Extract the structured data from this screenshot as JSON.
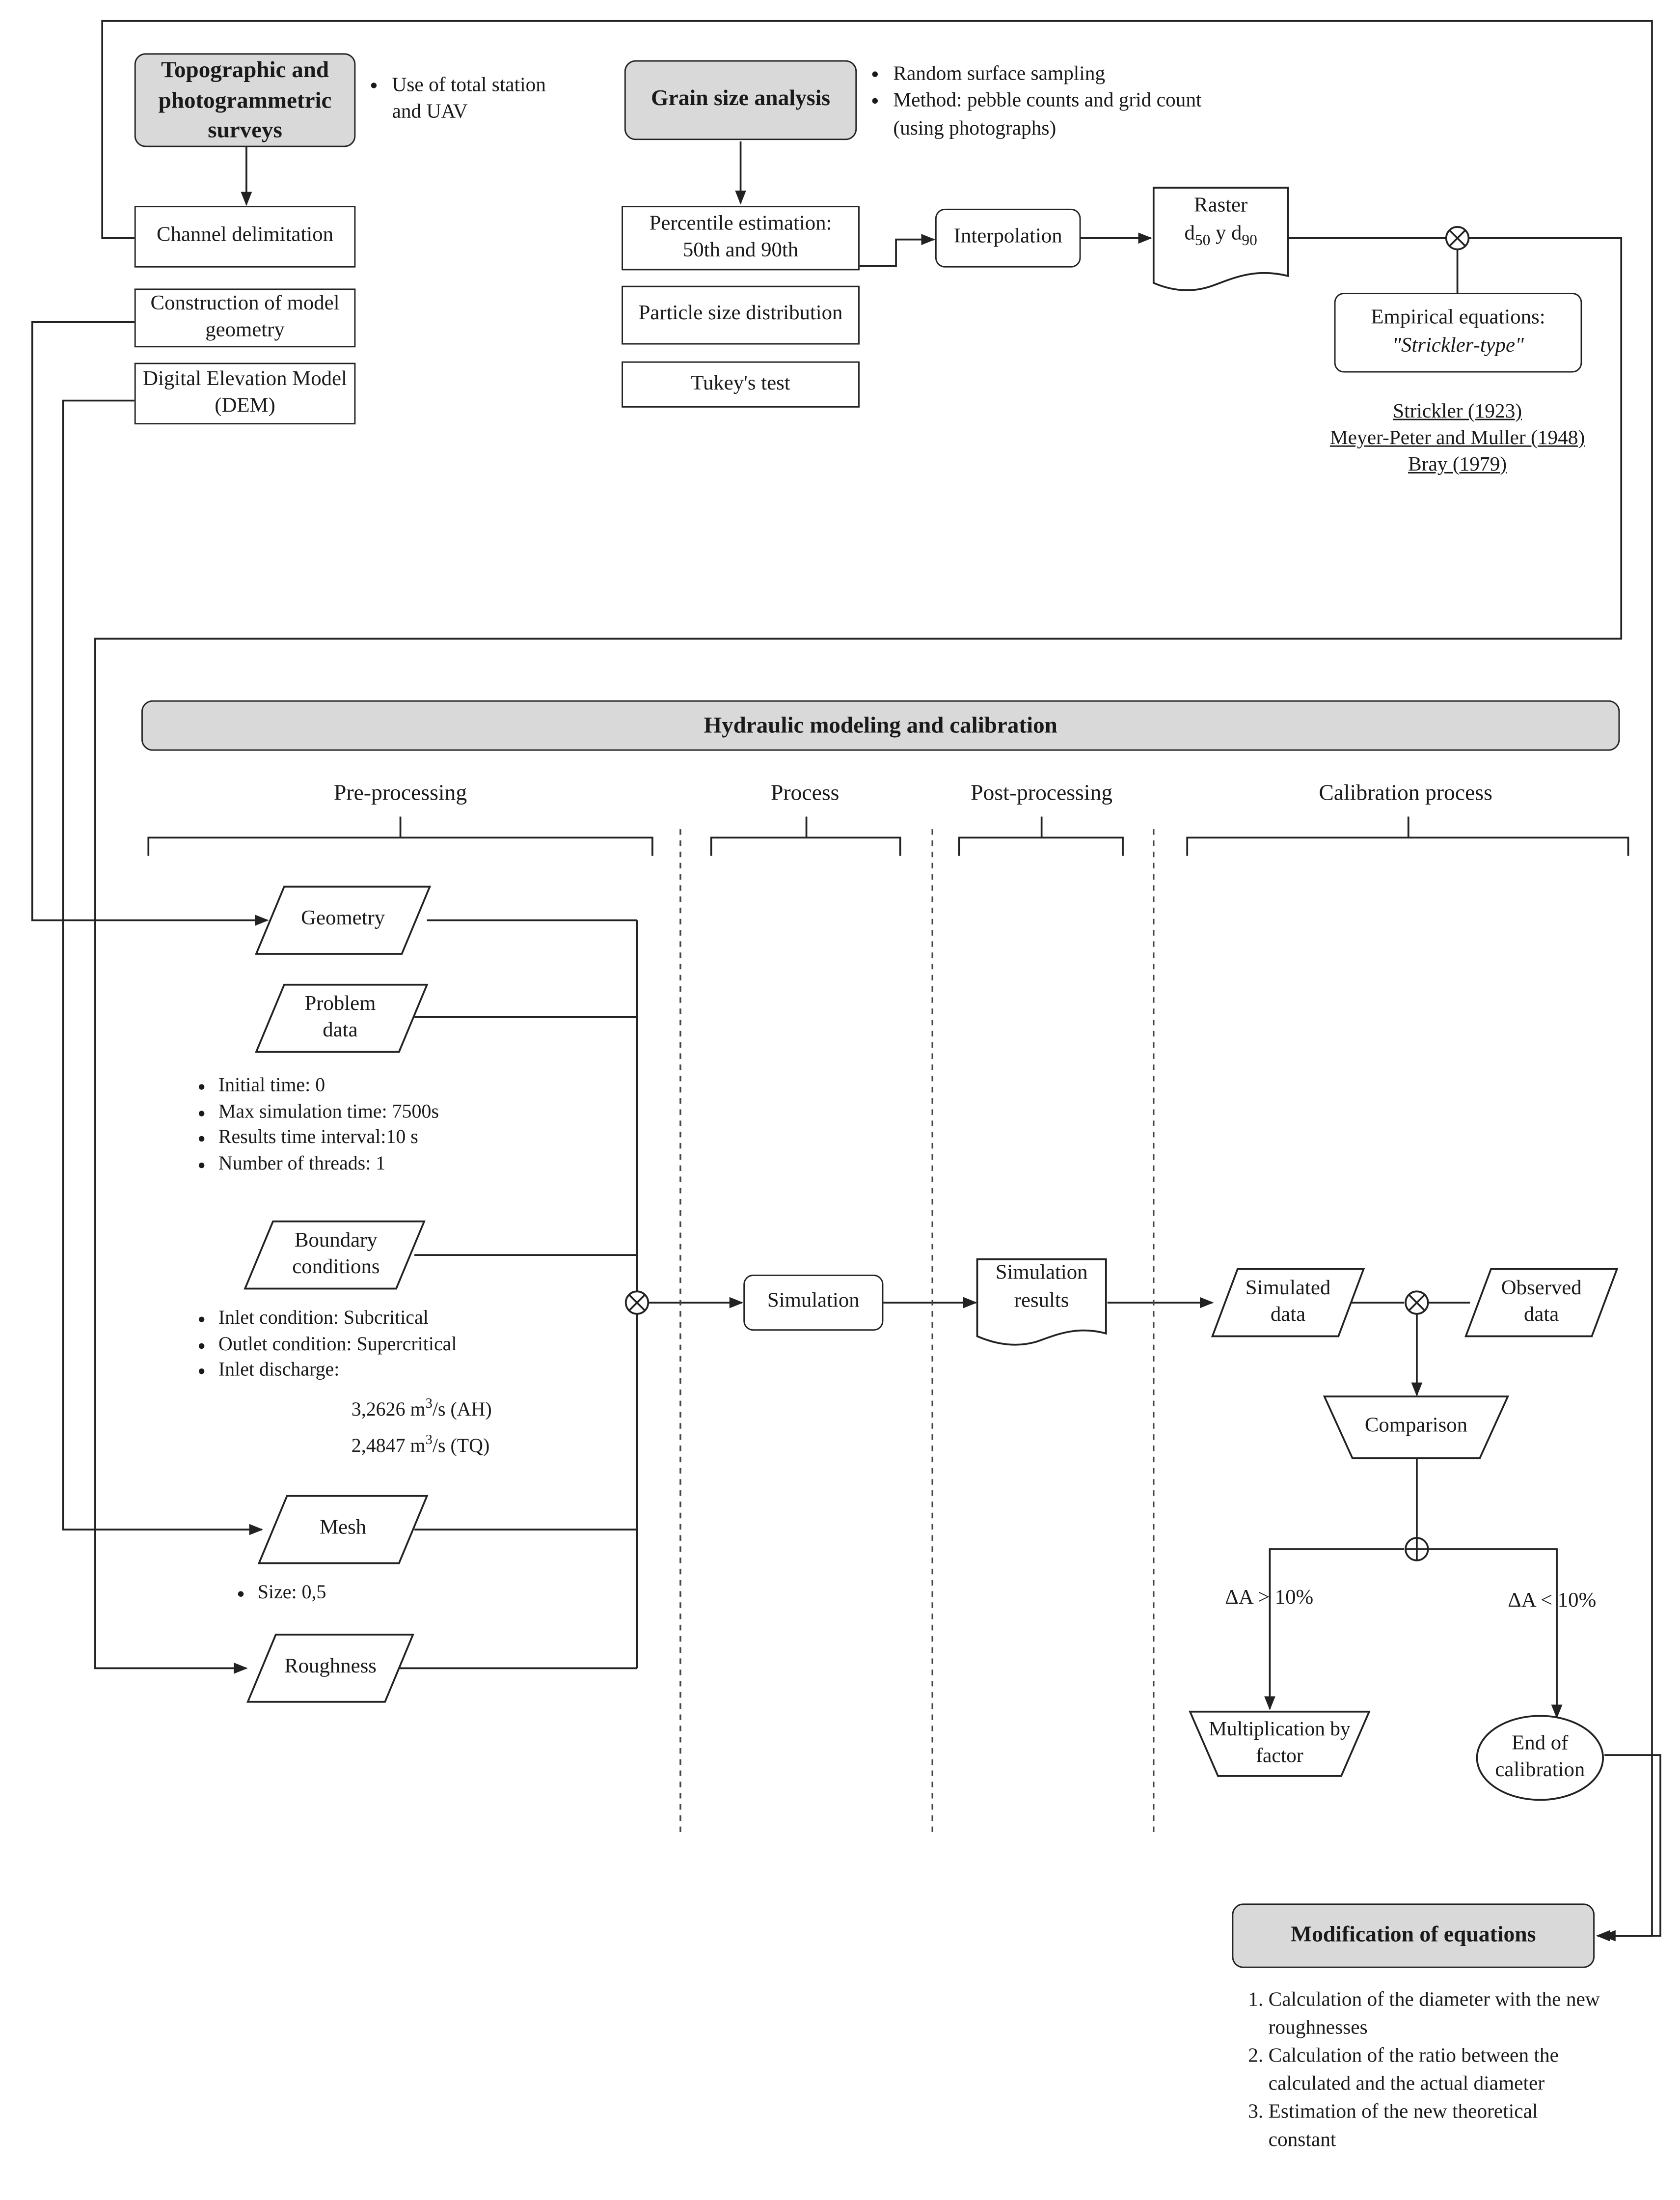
{
  "survey": {
    "title": "Topographic and photogrammetric surveys",
    "note": "Use of total station and UAV",
    "outputs": [
      "Channel delimitation",
      "Construction of model geometry",
      "Digital Elevation Model (DEM)"
    ]
  },
  "grain": {
    "title": "Grain size analysis",
    "notes": [
      "Random surface sampling",
      "Method: pebble counts and grid count (using photographs)"
    ],
    "steps": [
      "Percentile estimation: 50th and 90th",
      "Particle size distribution",
      "Tukey's test"
    ],
    "interpolation": "Interpolation",
    "raster_label": "Raster",
    "raster_formula": {
      "d1": "d",
      "s1": "50",
      "mid": " y ",
      "d2": "d",
      "s2": "90"
    },
    "empirical_title": "Empirical equations:",
    "empirical_subtitle": "\"Strickler-type\"",
    "references": [
      "Strickler (1923)",
      "Meyer-Peter and Muller (1948)",
      "Bray (1979)"
    ]
  },
  "hydraulic": {
    "title": "Hydraulic modeling and calibration",
    "phases": [
      "Pre-processing",
      "Process",
      "Post-processing",
      "Calibration process"
    ]
  },
  "pre": {
    "geometry": "Geometry",
    "problem_data": "Problem data",
    "problem_bullets": [
      "Initial time: 0",
      "Max simulation time: 7500s",
      "Results time interval:10 s",
      "Number of threads: 1"
    ],
    "boundary": "Boundary conditions",
    "boundary_bullets": [
      "Inlet condition: Subcritical",
      "Outlet condition: Supercritical",
      "Inlet discharge:"
    ],
    "discharge": [
      {
        "value": "3,2626 m",
        "exp": "3",
        "unit": "/s (AH)"
      },
      {
        "value": "2,4847 m",
        "exp": "3",
        "unit": "/s (TQ)"
      }
    ],
    "mesh": "Mesh",
    "mesh_bullets": [
      "Size: 0,5"
    ],
    "roughness": "Roughness"
  },
  "process": {
    "simulation": "Simulation",
    "results": "Simulation results"
  },
  "calibration": {
    "simulated": "Simulated data",
    "observed": "Observed data",
    "comparison": "Comparison",
    "cond_left": "ΔA > 10%",
    "cond_right": "ΔA < 10%",
    "multiplication": "Multiplication by factor",
    "end": "End of calibration"
  },
  "modification": {
    "title": "Modification of equations",
    "steps": [
      "Calculation of the diameter with the new roughnesses",
      "Calculation of the ratio between the calculated and the actual diameter",
      "Estimation of the new theoretical constant"
    ]
  },
  "colors": {
    "box_fill_grey": "#d9d9d9",
    "stroke": "#222222"
  }
}
